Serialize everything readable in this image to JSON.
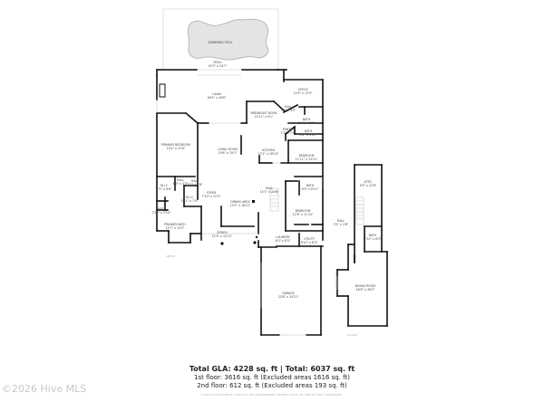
{
  "floor_plan": {
    "first_floor": {
      "rooms": [
        {
          "name": "SWIMMING POOL",
          "dims": ""
        },
        {
          "name": "PATIO",
          "dims": "42'3\" x 24'7\""
        },
        {
          "name": "LANAI",
          "dims": "46'5\" x 16'6\""
        },
        {
          "name": "OFFICE",
          "dims": "12'9\" x 13'5\""
        },
        {
          "name": "HALL",
          "dims": "7'5\" x 4'5\""
        },
        {
          "name": "BREAKFAST NOOK",
          "dims": "10'11\" x 9'1\""
        },
        {
          "name": "BATH",
          "dims": "11'8\" x 5'6\""
        },
        {
          "name": "PANTRY",
          "dims": "2'7\" x 7'5\""
        },
        {
          "name": "BATH",
          "dims": "8'2\" x 6'10\""
        },
        {
          "name": "PRIMARY BEDROOM",
          "dims": "14'4\" x 21'8\""
        },
        {
          "name": "LIVING ROOM",
          "dims": "19'6\" x 19'2\""
        },
        {
          "name": "KITCHEN",
          "dims": "13'1\" x 18'10\""
        },
        {
          "name": "BEDROOM",
          "dims": "11'11\" x 13'11\""
        },
        {
          "name": "W.I.C",
          "dims": "7'5\" x 6'8\""
        },
        {
          "name": "HALL",
          "dims": "6'9\" x 3'5\""
        },
        {
          "name": "HALL",
          "dims": "3'2\" x 1'8\""
        },
        {
          "name": "W.I.C",
          "dims": "5'11\" x 7'4\""
        },
        {
          "name": "FOYER",
          "dims": "7'10\" x 12'0\""
        },
        {
          "name": "DINING AREA",
          "dims": "13'5\" x 18'11\""
        },
        {
          "name": "HALL",
          "dims": "14'1\" x 22'8\""
        },
        {
          "name": "BATH",
          "dims": "8'3\" x 8'11\""
        },
        {
          "name": "BEDROOM",
          "dims": "12'6\" x 11'10\""
        },
        {
          "name": "BATH",
          "dims": "2'10\" x 5'10\""
        },
        {
          "name": "PRIMARY BATH",
          "dims": "15'7\" x 14'2\""
        },
        {
          "name": "PORCH",
          "dims": "21'0\" x 12'11\""
        },
        {
          "name": "LAUNDRY",
          "dims": "6'0\" x 8'2\""
        },
        {
          "name": "UTILITY",
          "dims": "9'10\" x 6'3\""
        },
        {
          "name": "GARAGE",
          "dims": "22'8\" x 34'11\""
        }
      ],
      "scale_label": "1st floor"
    },
    "second_floor": {
      "rooms": [
        {
          "name": "ATTIC",
          "dims": "9'4\" x 22'8\""
        },
        {
          "name": "HALL",
          "dims": "3'2\" x 2'8\""
        },
        {
          "name": "BATH",
          "dims": "7'10\" x 8'0\""
        },
        {
          "name": "BONUS ROOM",
          "dims": "18'9\" x 36'2\""
        }
      ],
      "scale_label": "2nd floor"
    }
  },
  "summary": {
    "title": "Total GLA: 4228 sq. ft | Total: 6037 sq. ft",
    "line1": "1st floor: 3616 sq. ft (Excluded areas 1616 sq. ft)",
    "line2": "2nd floor: 612 sq. ft (Excluded areas 193 sq. ft)",
    "credit": "FLOOR PLAN CREATED BY CUBICASA APP. MEASUREMENTS DEEMED HIGHLY RELIABLE BUT NOT GUARANTEED."
  },
  "watermark": "©2026 Hive MLS",
  "colors": {
    "wall": "#111111",
    "thin_wall": "#bbbbbb",
    "pool_fill": "#e4e4e4",
    "pool_stroke": "#aaaaaa",
    "text": "#222222"
  }
}
